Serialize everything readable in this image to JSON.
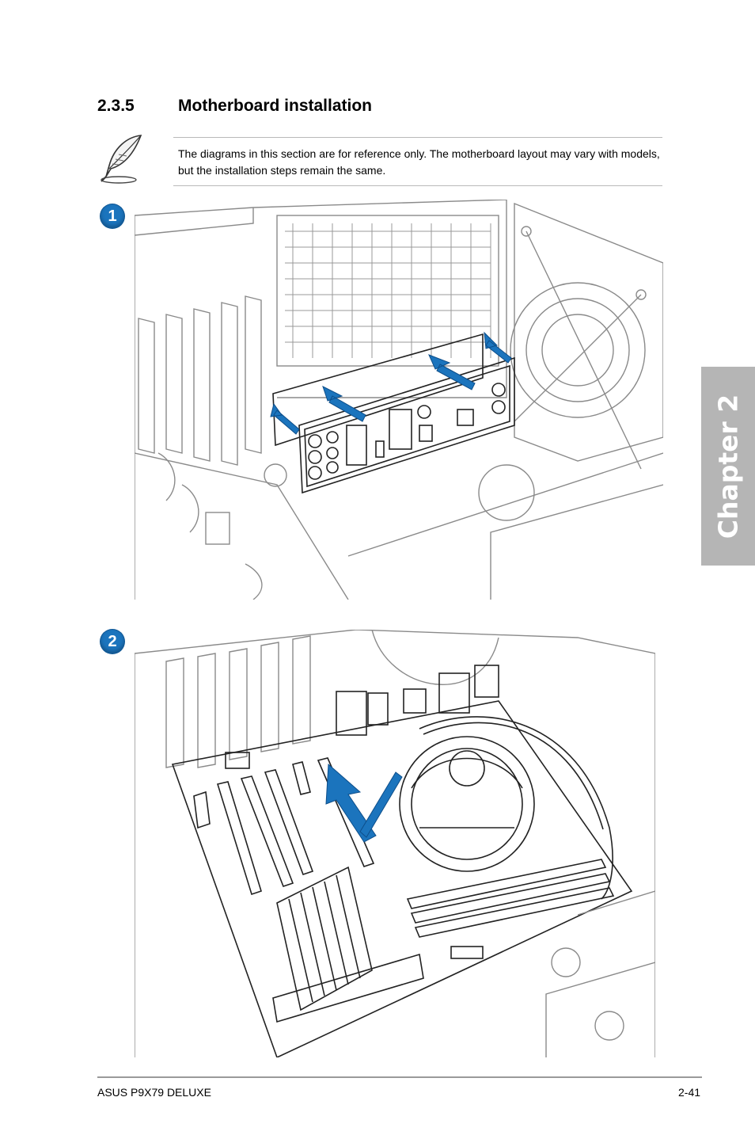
{
  "section": {
    "number": "2.3.5",
    "title": "Motherboard installation"
  },
  "note": {
    "icon": "feather-pen-icon",
    "text": "The diagrams in this section are for reference only. The motherboard layout may vary with models, but the installation steps remain the same."
  },
  "steps": [
    {
      "label": "1"
    },
    {
      "label": "2"
    }
  ],
  "chapter_tab": {
    "label": "Chapter 2"
  },
  "footer": {
    "product": "ASUS P9X79 DELUXE",
    "page": "2-41"
  },
  "colors": {
    "accent_blue": "#1b74bd",
    "tab_gray": "#b5b5b5",
    "line_gray": "#8a8a8a"
  }
}
